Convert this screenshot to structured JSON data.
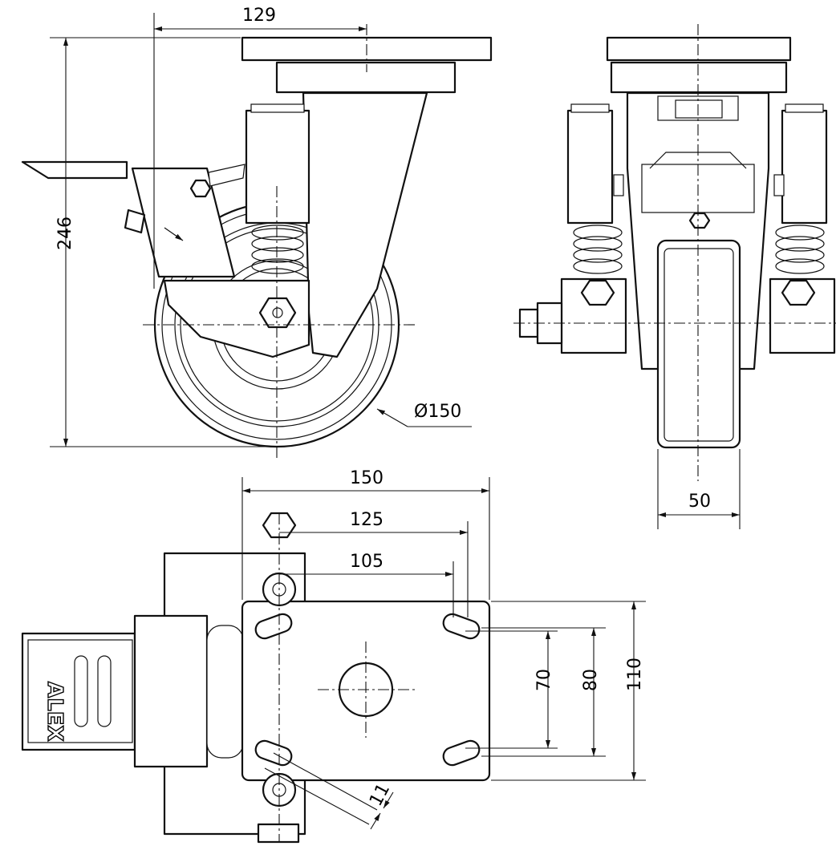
{
  "drawing": {
    "side_view": {
      "dim_width": "129",
      "dim_height": "246",
      "dim_wheel_diameter": "Ø150"
    },
    "front_view": {
      "dim_wheel_width": "50"
    },
    "top_view": {
      "dim_plate_width": "150",
      "dim_hole_spacing_outer": "125",
      "dim_hole_spacing_inner": "105",
      "dim_hole_pitch_inner": "70",
      "dim_hole_pitch_outer": "80",
      "dim_plate_depth": "110",
      "dim_slot_width": "11",
      "brake_pedal_logo": "ALEX"
    }
  }
}
